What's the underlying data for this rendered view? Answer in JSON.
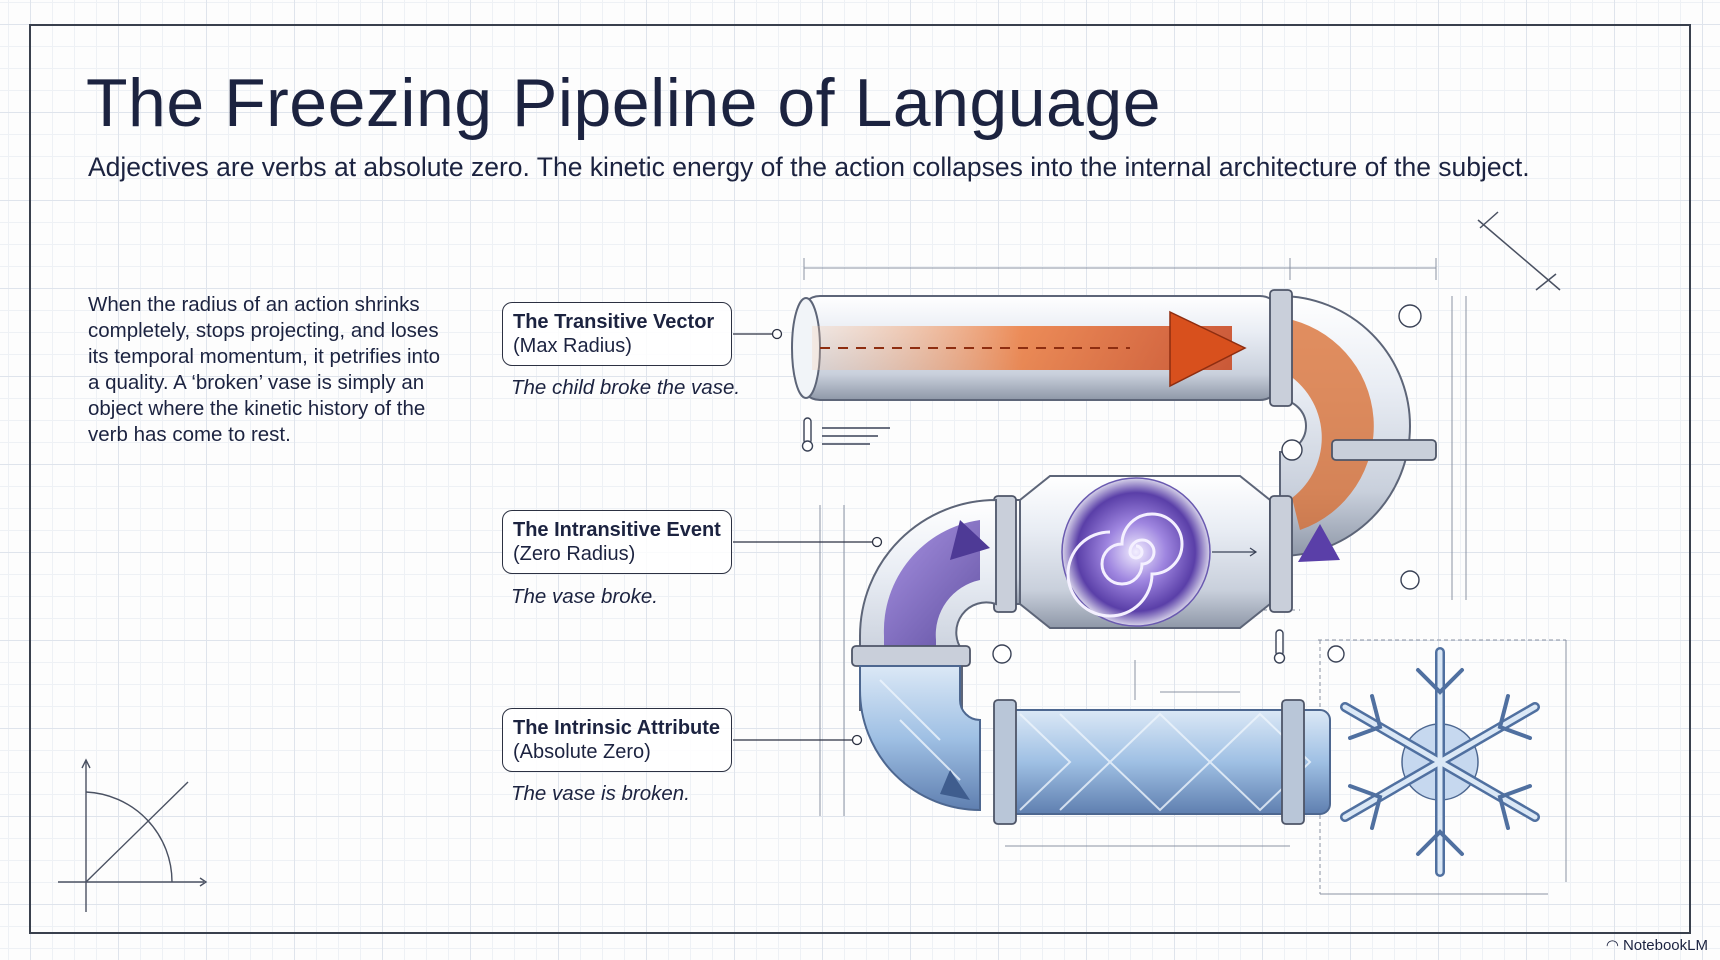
{
  "title": "The Freezing Pipeline of Language",
  "subtitle": "Adjectives are verbs at absolute zero. The kinetic energy of the action collapses into the internal architecture of the subject.",
  "body": "When the radius of an action shrinks completely, stops projecting, and loses its temporal momentum, it petrifies into a quality. A ‘broken’ vase is simply an object where the kinetic history of the verb has come to rest.",
  "stages": [
    {
      "name": "The Transitive Vector",
      "radius": "(Max Radius)",
      "example": "The child broke the vase."
    },
    {
      "name": "The Intransitive Event",
      "radius": "(Zero Radius)",
      "example": "The vase broke."
    },
    {
      "name": "The Intrinsic Attribute",
      "radius": "(Absolute Zero)",
      "example": "The vase is broken."
    }
  ],
  "brand": "NotebookLM",
  "colors": {
    "hot": "#d9531e",
    "mid": "#7b5bc9",
    "cold": "#8fb4dc",
    "ink": "#1c2340"
  },
  "icons": [
    "thermometer-icon",
    "spiral-vortex-icon",
    "snowflake-icon",
    "notebooklm-logo-icon"
  ]
}
